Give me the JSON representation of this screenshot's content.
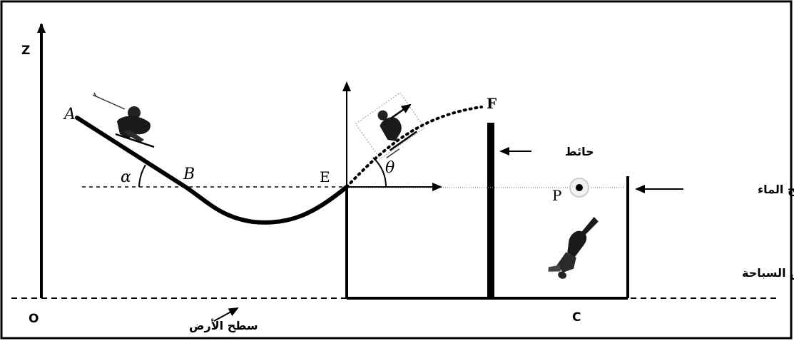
{
  "labels": {
    "z_axis": "Z",
    "origin": "O",
    "point_a": "A",
    "point_b": "B",
    "point_e": "E",
    "point_f": "F",
    "point_p": "P",
    "point_c": "C",
    "angle_alpha": "α",
    "angle_theta": "θ",
    "wall": "حائط",
    "water_surface": "سطح الماء",
    "swimming_pool": "حوض السباحة",
    "ground_surface": "سطح الأرض"
  },
  "colors": {
    "ink": "#000000",
    "frame": "#000000",
    "water_line": "#888888",
    "background": "#ffffff"
  },
  "icons": [
    "skier-sliding-icon",
    "skier-jumping-icon",
    "diver-icon",
    "ball-icon"
  ]
}
